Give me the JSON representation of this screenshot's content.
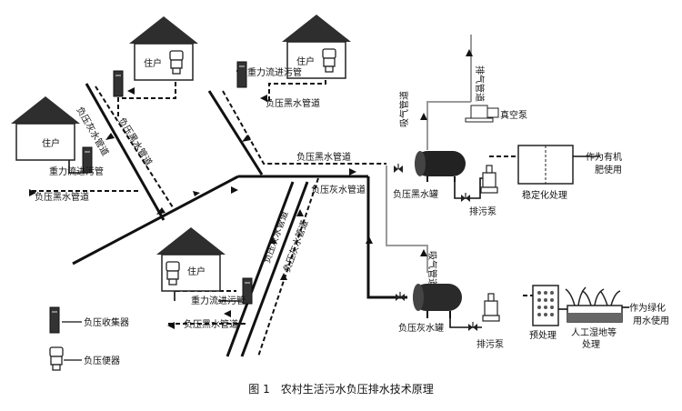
{
  "caption": "图 1　农村生活污水负压排水技术原理",
  "houses": [
    {
      "label": "住户"
    },
    {
      "label": "住户"
    },
    {
      "label": "住户"
    },
    {
      "label": "住户"
    }
  ],
  "pipes": {
    "gravity_sewage": "重力流进污管",
    "neg_black": "负压黑水管道",
    "neg_grey": "负压灰水管道",
    "exhaust": "排气管道",
    "suction": "吸气管道"
  },
  "equipment": {
    "vacuum_pump": "真空泵",
    "black_tank": "负压黑水罐",
    "grey_tank": "负压灰水罐",
    "drain_pump": "排污泵",
    "stabilize": "稳定化处理",
    "pretreat": "预处理",
    "wetland_line1": "人工湿地等",
    "wetland_line2": "处理"
  },
  "outputs": {
    "fertilizer_line1": "作为有机",
    "fertilizer_line2": "肥使用",
    "greening_line1": "作为绿化",
    "greening_line2": "用水使用"
  },
  "legend": {
    "collector": "负压收集器",
    "toilet": "负压便器"
  }
}
